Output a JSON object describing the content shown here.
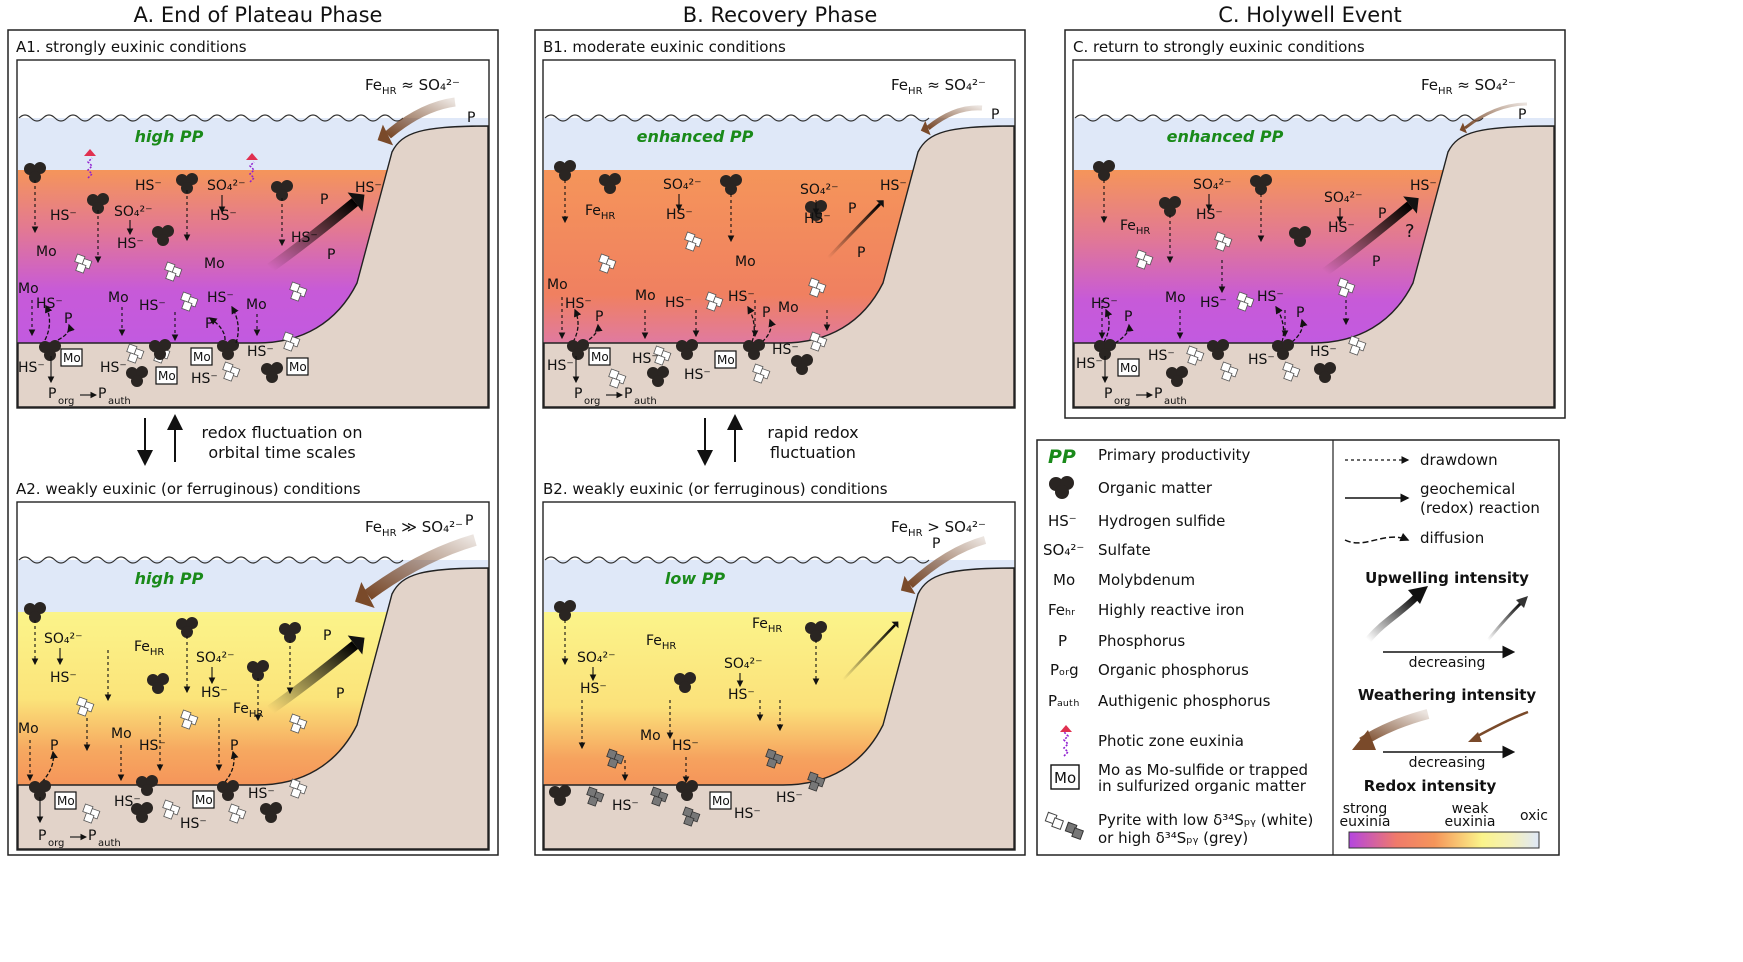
{
  "headings": {
    "a": "A. End of Plateau Phase",
    "b": "B. Recovery Phase",
    "c": "C. Holywell Event"
  },
  "panels": {
    "a1": {
      "title": "A1. strongly euxinic conditions",
      "pp": "high PP",
      "fe_ratio": "≈ SO₄²⁻"
    },
    "a2": {
      "title": "A2. weakly euxinic (or ferruginous) conditions",
      "pp": "high PP",
      "fe_ratio": "≫ SO₄²⁻"
    },
    "b1": {
      "title": "B1. moderate euxinic conditions",
      "pp": "enhanced PP",
      "fe_ratio": "≈ SO₄²⁻"
    },
    "b2": {
      "title": "B2. weakly euxinic (or ferruginous) conditions",
      "pp": "low PP",
      "fe_ratio": "> SO₄²⁻"
    },
    "c": {
      "title": "C. return to strongly euxinic conditions",
      "pp": "enhanced PP",
      "fe_ratio": "≈ SO₄²⁻"
    }
  },
  "between": {
    "a_line1": "redox fluctuation on",
    "a_line2": "orbital time scales",
    "b_line1": "rapid redox",
    "b_line2": "fluctuation"
  },
  "labels": {
    "hs": "HS⁻",
    "so4": "SO₄²⁻",
    "mo": "Mo",
    "p": "P",
    "fe": "Fe",
    "fe_sub": "HR",
    "porg_auth": "Pₒᵣg→Pₐᵤₜₕ",
    "question": "?"
  },
  "legend": {
    "items": [
      {
        "sym": "PP",
        "text": "Primary productivity"
      },
      {
        "sym": "",
        "text": "Organic matter"
      },
      {
        "sym": "HS⁻",
        "text": "Hydrogen sulfide"
      },
      {
        "sym": "SO₄²⁻",
        "text": "Sulfate"
      },
      {
        "sym": "Mo",
        "text": "Molybdenum"
      },
      {
        "sym": "Feₕᵣ",
        "text": "Highly reactive iron"
      },
      {
        "sym": "P",
        "text": "Phosphorus"
      },
      {
        "sym": "Pₒᵣg",
        "text": "Organic phosphorus"
      },
      {
        "sym": "Pₐᵤₜₕ",
        "text": "Authigenic phosphorus"
      },
      {
        "sym": "",
        "text": "Photic zone euxinia"
      },
      {
        "sym": "Mo",
        "text": "Mo as Mo-sulfide or trapped"
      },
      {
        "sym": "",
        "text": "in sulfurized organic matter"
      },
      {
        "sym": "",
        "text": "Pyrite with low δ³⁴Sₚᵧ (white)"
      },
      {
        "sym": "",
        "text": "or high δ³⁴Sₚᵧ (grey)"
      }
    ],
    "right": {
      "drawdown": "drawdown",
      "reaction1": "geochemical",
      "reaction2": "(redox) reaction",
      "diffusion": "diffusion",
      "upwelling": "Upwelling intensity",
      "weathering": "Weathering intensity",
      "decreasing": "decreasing",
      "redox": "Redox intensity",
      "strong1": "strong",
      "strong2": "euxinia",
      "weak1": "weak",
      "weak2": "euxinia",
      "oxic": "oxic"
    }
  },
  "colors": {
    "water": "#dfe8f8",
    "sediment": "#e2d3c9",
    "orange": "#f5955a",
    "purple": "#c55ae0",
    "yellow": "#fbf48a",
    "organic": "#2a2522",
    "brown_arrow": "#7a4a2a",
    "pp_green": "#1a8a1a"
  }
}
